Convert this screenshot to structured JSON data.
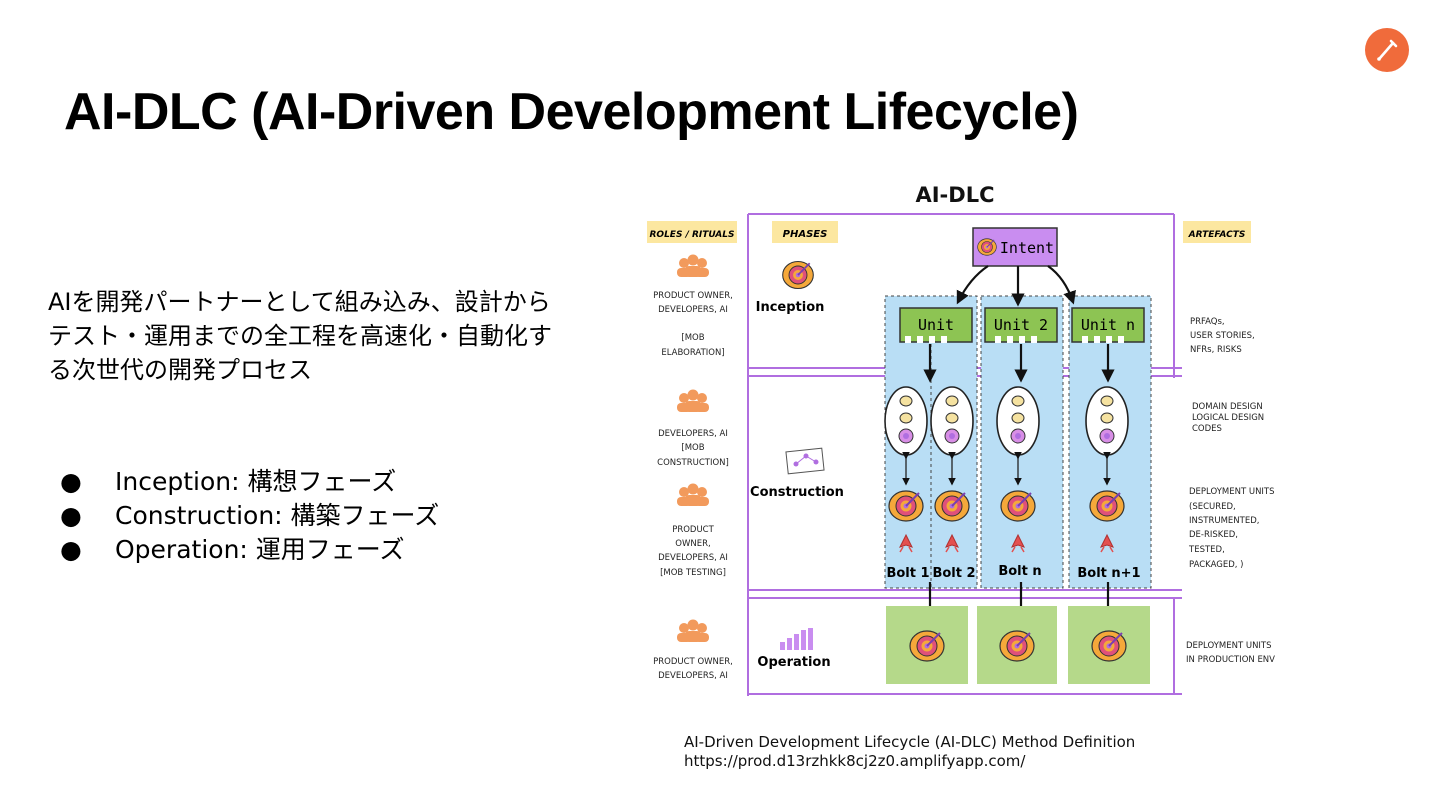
{
  "title": "AI-DLC (AI-Driven Development Lifecycle)",
  "intro": {
    "line1": "AIを開発パートナーとして組み込み、設計から",
    "line2": "テスト・運用までの全工程を高速化・自動化す",
    "line3": "る次世代の開発プロセス"
  },
  "bullets": [
    {
      "marker": "●",
      "text": "Inception: 構想フェーズ"
    },
    {
      "marker": "●",
      "text": "Construction: 構築フェーズ"
    },
    {
      "marker": "●",
      "text": "Operation: 運用フェーズ"
    }
  ],
  "caption": {
    "line1": "AI-Driven Development Lifecycle (AI-DLC) Method Definition",
    "line2": "https://prod.d13rzhkk8cj2z0.amplifyapp.com/"
  },
  "diagram": {
    "title": "AI-DLC",
    "headers": {
      "roles": "ROLES / RITUALS",
      "phases": "PHASES",
      "artefacts": "ARTEFACTS"
    },
    "roles": {
      "inception": [
        "PRODUCT OWNER,",
        "DEVELOPERS, AI",
        "[MOB",
        "ELABORATION]"
      ],
      "construction_dev": [
        "DEVELOPERS, AI",
        "[MOB",
        "CONSTRUCTION]"
      ],
      "construction_test": [
        "PRODUCT",
        "OWNER,",
        "DEVELOPERS, AI",
        "[MOB TESTING]"
      ],
      "operation": [
        "PRODUCT OWNER,",
        "DEVELOPERS, AI"
      ]
    },
    "phases": {
      "inception": "Inception",
      "construction": "Construction",
      "operation": "Operation"
    },
    "intent": "Intent",
    "units": [
      "Unit",
      "Unit 2",
      "Unit n"
    ],
    "bolts": [
      "Bolt 1",
      "Bolt 2",
      "Bolt n",
      "Bolt n+1"
    ],
    "artefacts": {
      "inception": [
        "PRFAQs,",
        "USER STORIES,",
        "NFRs, RISKS"
      ],
      "design": [
        "DOMAIN DESIGN",
        "LOGICAL DESIGN",
        "CODES"
      ],
      "deploy": [
        "DEPLOYMENT UNITS",
        "(SECURED,",
        "INSTRUMENTED,",
        "DE-RISKED,",
        "TESTED,",
        "PACKAGED, )"
      ],
      "production": [
        "DEPLOYMENT UNITS",
        "IN PRODUCTION ENV"
      ]
    },
    "colors": {
      "purple": "#b06ee0",
      "yellow_tag": "#fce7a0",
      "lane_blue": "#b9def5",
      "unit_green": "#8dc453",
      "target_orange": "#f5a83a",
      "people_orange": "#f29a5c",
      "ops_green": "#b5d98a"
    }
  }
}
